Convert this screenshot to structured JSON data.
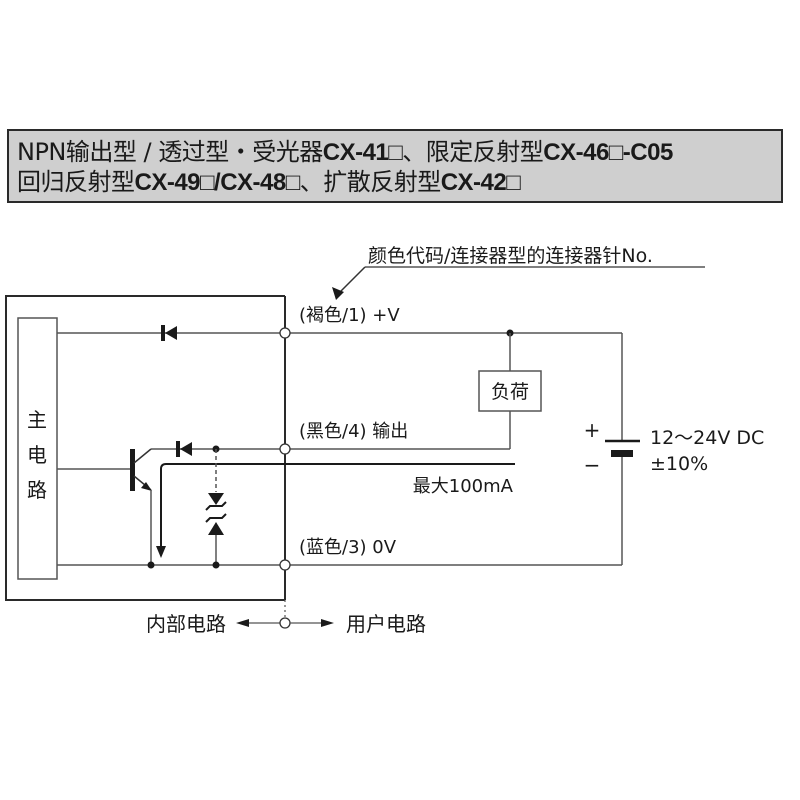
{
  "title": {
    "line1_parts": [
      "NPN输出型 / 透过型・受光器",
      "CX-41□",
      "、限定反射型",
      "CX-46□-C05"
    ],
    "line2_parts": [
      "回归反射型",
      "CX-49□/CX-48□",
      "、扩散反射型",
      "CX-42□"
    ]
  },
  "diagram": {
    "annotation": "颜色代码/连接器型的连接器针No.",
    "main_circuit": [
      "主",
      "电",
      "路"
    ],
    "terminals": {
      "plus_v": "(褐色/1) +V",
      "output": "(黑色/4) 输出",
      "zero_v": "(蓝色/3) 0V"
    },
    "load_label": "负荷",
    "max_current": "最大100mA",
    "supply": {
      "plus": "+",
      "minus": "−",
      "voltage": "12〜24V DC",
      "tolerance": "±10%"
    },
    "boundary": {
      "internal": "内部电路",
      "user": "用户电路"
    }
  },
  "colors": {
    "title_bg": "#cfcfcf",
    "line": "#555555",
    "ink": "#1a1a1a"
  }
}
